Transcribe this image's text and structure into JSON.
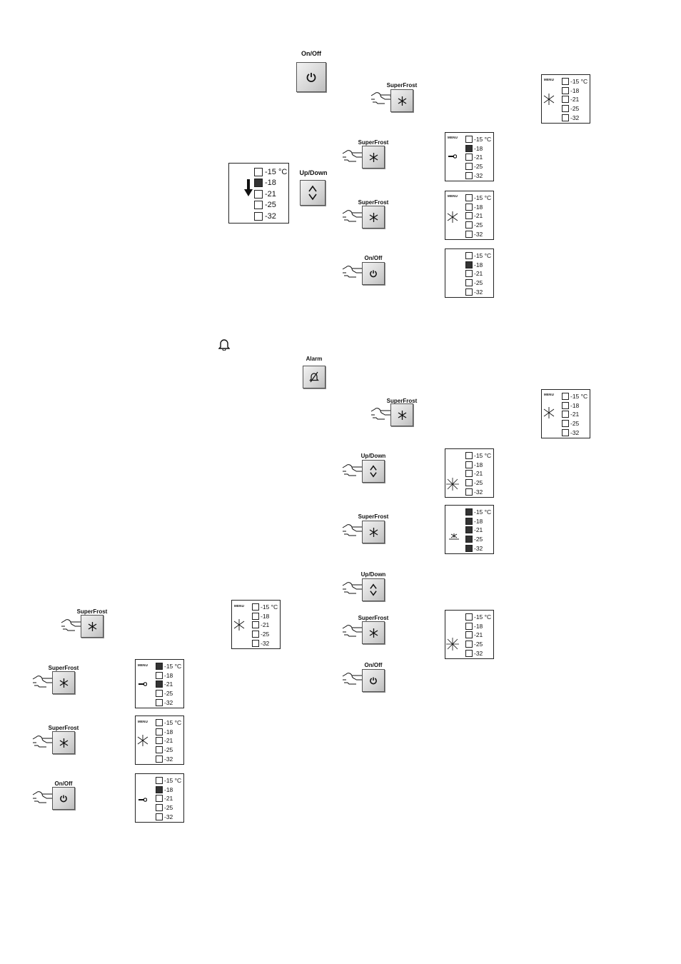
{
  "labels": {
    "on_off": "On/Off",
    "up_down": "Up/Down",
    "alarm": "Alarm",
    "superfrost": "SuperFrost",
    "menu": "MENU"
  },
  "temps": {
    "t15": "-15 °C",
    "t18": "-18",
    "t21": "-21",
    "t25": "-25",
    "t32": "-32"
  },
  "icons": {
    "power": "power-icon",
    "updown": "up-down-arrows-icon",
    "alarm": "bell-crossed-icon",
    "superfrost": "snowflake-icon",
    "bell": "bell-icon",
    "hand": "pointing-hand-icon",
    "key": "key-icon",
    "blink": "blinking-snowflake-icon",
    "down_arrow": "down-arrow-icon"
  },
  "colors": {
    "button_face": "#d6d6d6",
    "segment_on": "#333333",
    "border": "#222222"
  }
}
